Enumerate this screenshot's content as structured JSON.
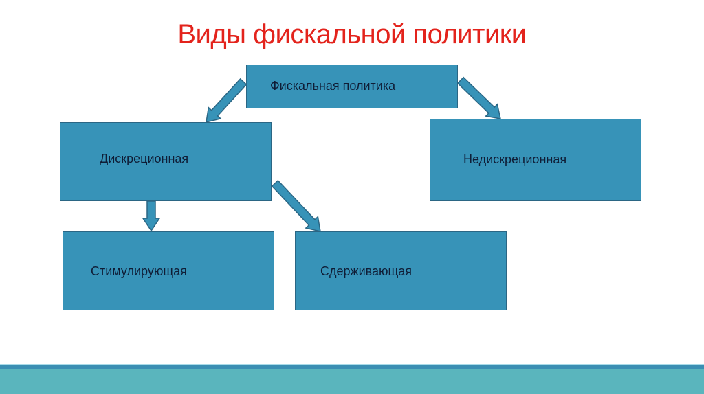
{
  "title": "Виды фискальной политики",
  "nodes": {
    "root": "Фискальная политика",
    "discretionary": "Дискреционная",
    "nondiscretionary": "Недискреционная",
    "stimulating": "Стимулирующая",
    "restraining": "Сдерживающая"
  },
  "colors": {
    "title": "#e3231c",
    "box": "#3793b8",
    "band": "#5ab5bd"
  }
}
